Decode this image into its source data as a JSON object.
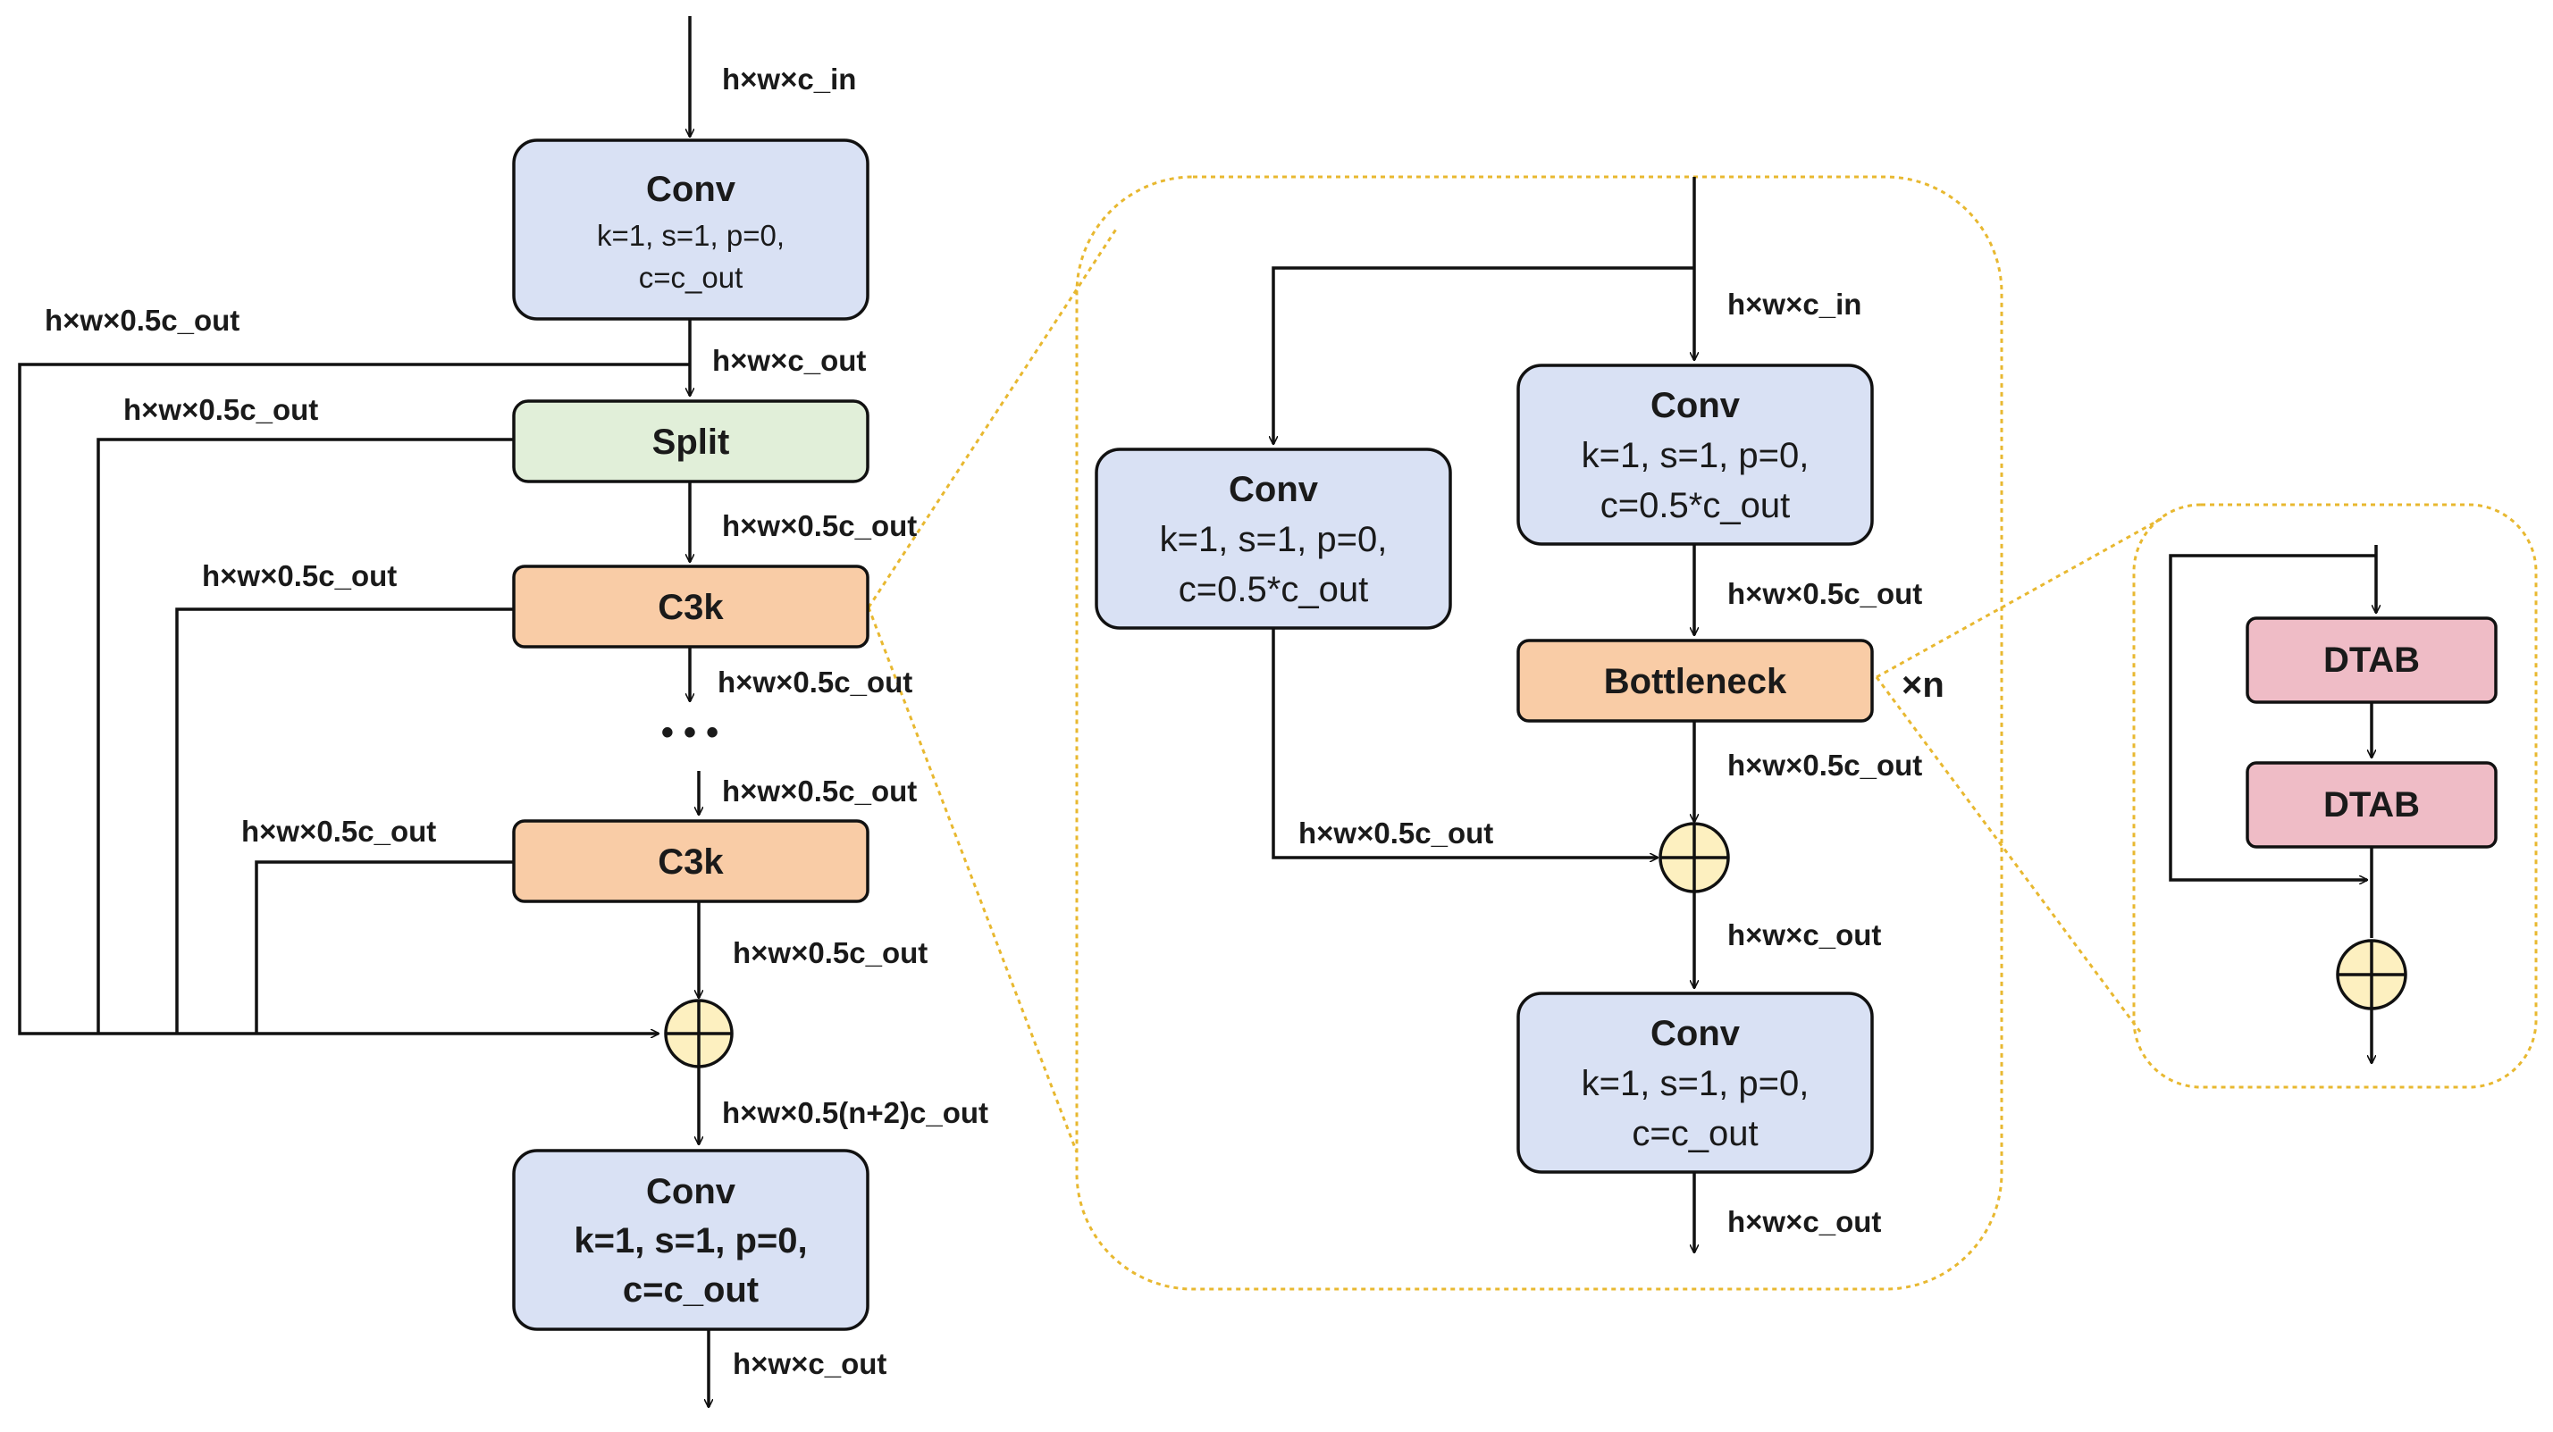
{
  "main": {
    "input_label": "h×w×c_in",
    "conv_in": {
      "title": "Conv",
      "line1": "k=1, s=1, p=0,",
      "line2": "c=c_out"
    },
    "after_conv_label": "h×w×c_out",
    "split_title": "Split",
    "split_outer_label": "h×w×0.5c_out",
    "split_inner_label": "h×w×0.5c_out",
    "split_to_c3k_label": "h×w×0.5c_out",
    "c3k_first": {
      "title": "C3k",
      "side_label": "h×w×0.5c_out",
      "out_label": "h×w×0.5c_out"
    },
    "ellipsis": "• • •",
    "c3k_last": {
      "title": "C3k",
      "in_label": "h×w×0.5c_out",
      "side_label": "h×w×0.5c_out",
      "out_label": "h×w×0.5c_out"
    },
    "concat_out_label": "h×w×0.5(n+2)c_out",
    "conv_out": {
      "title": "Conv",
      "line1": "k=1, s=1, p=0,",
      "line2": "c=c_out"
    },
    "output_label": "h×w×c_out"
  },
  "c3k_detail": {
    "input_label": "h×w×c_in",
    "conv_left": {
      "title": "Conv",
      "line1": "k=1, s=1, p=0,",
      "line2": "c=0.5*c_out"
    },
    "conv_right": {
      "title": "Conv",
      "line1": "k=1, s=1, p=0,",
      "line2": "c=0.5*c_out"
    },
    "conv_right_out_label": "h×w×0.5c_out",
    "bottleneck_title": "Bottleneck",
    "repeat_label": "×n",
    "bottleneck_out_label": "h×w×0.5c_out",
    "shortcut_label": "h×w×0.5c_out",
    "add_out_label": "h×w×c_out",
    "conv_out": {
      "title": "Conv",
      "line1": "k=1, s=1, p=0,",
      "line2": "c=c_out"
    },
    "output_label": "h×w×c_out"
  },
  "bottleneck_detail": {
    "dtab_first": "DTAB",
    "dtab_second": "DTAB"
  }
}
